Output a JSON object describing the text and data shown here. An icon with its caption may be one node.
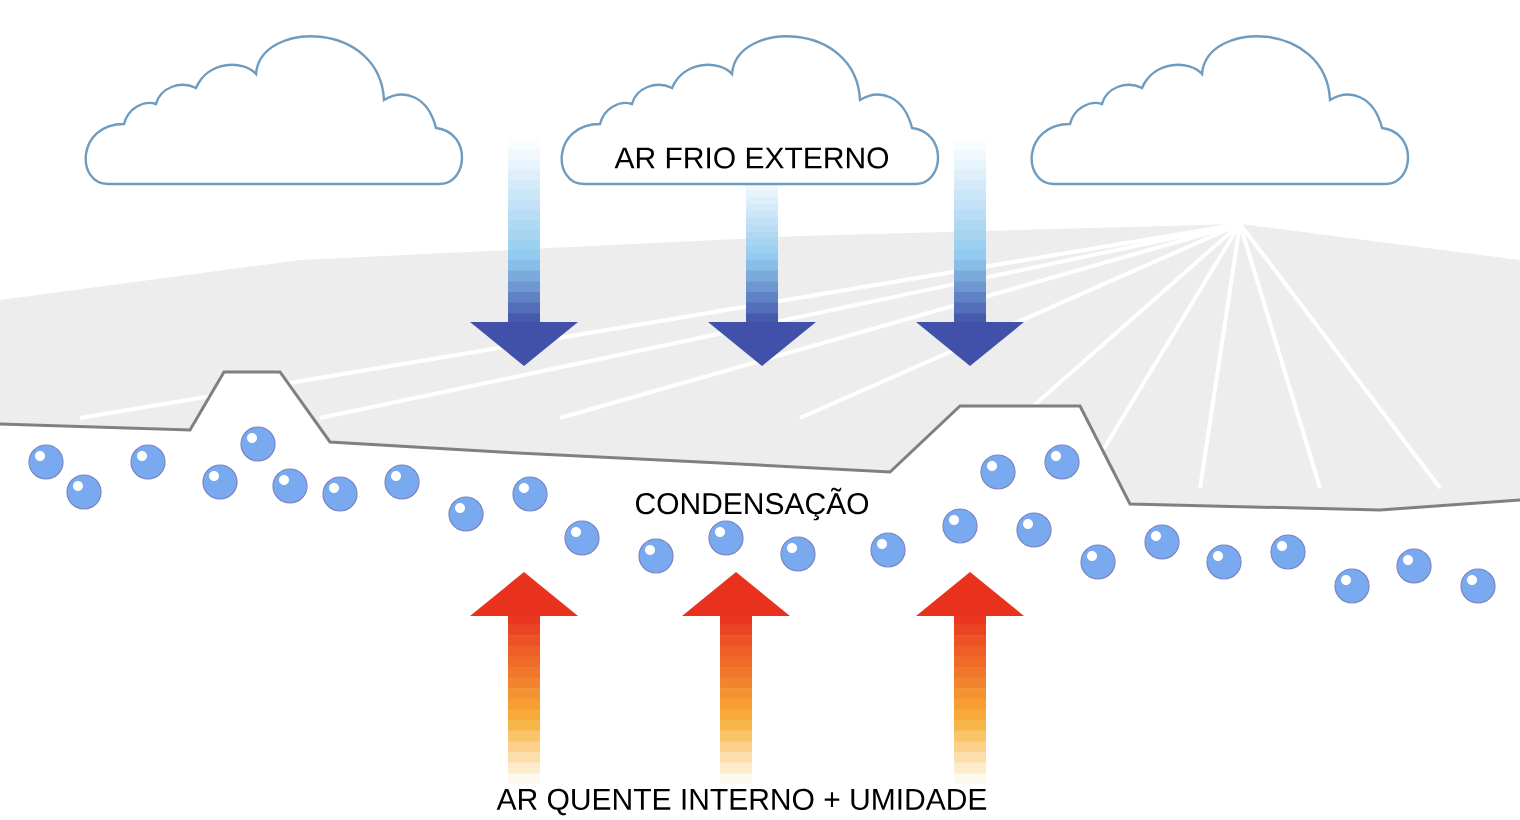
{
  "diagram": {
    "nodes": [
      {
        "text": [],
        "shape": "cloud"
      },
      {
        "text": [
          "AR FRIO EXTERNO"
        ]
      },
      {
        "text": [],
        "shape": "cloud"
      }
    ],
    "labels": [
      "CONDENSAÇÃO",
      "AR QUENTE INTERNO + UMIDADE"
    ]
  }
}
